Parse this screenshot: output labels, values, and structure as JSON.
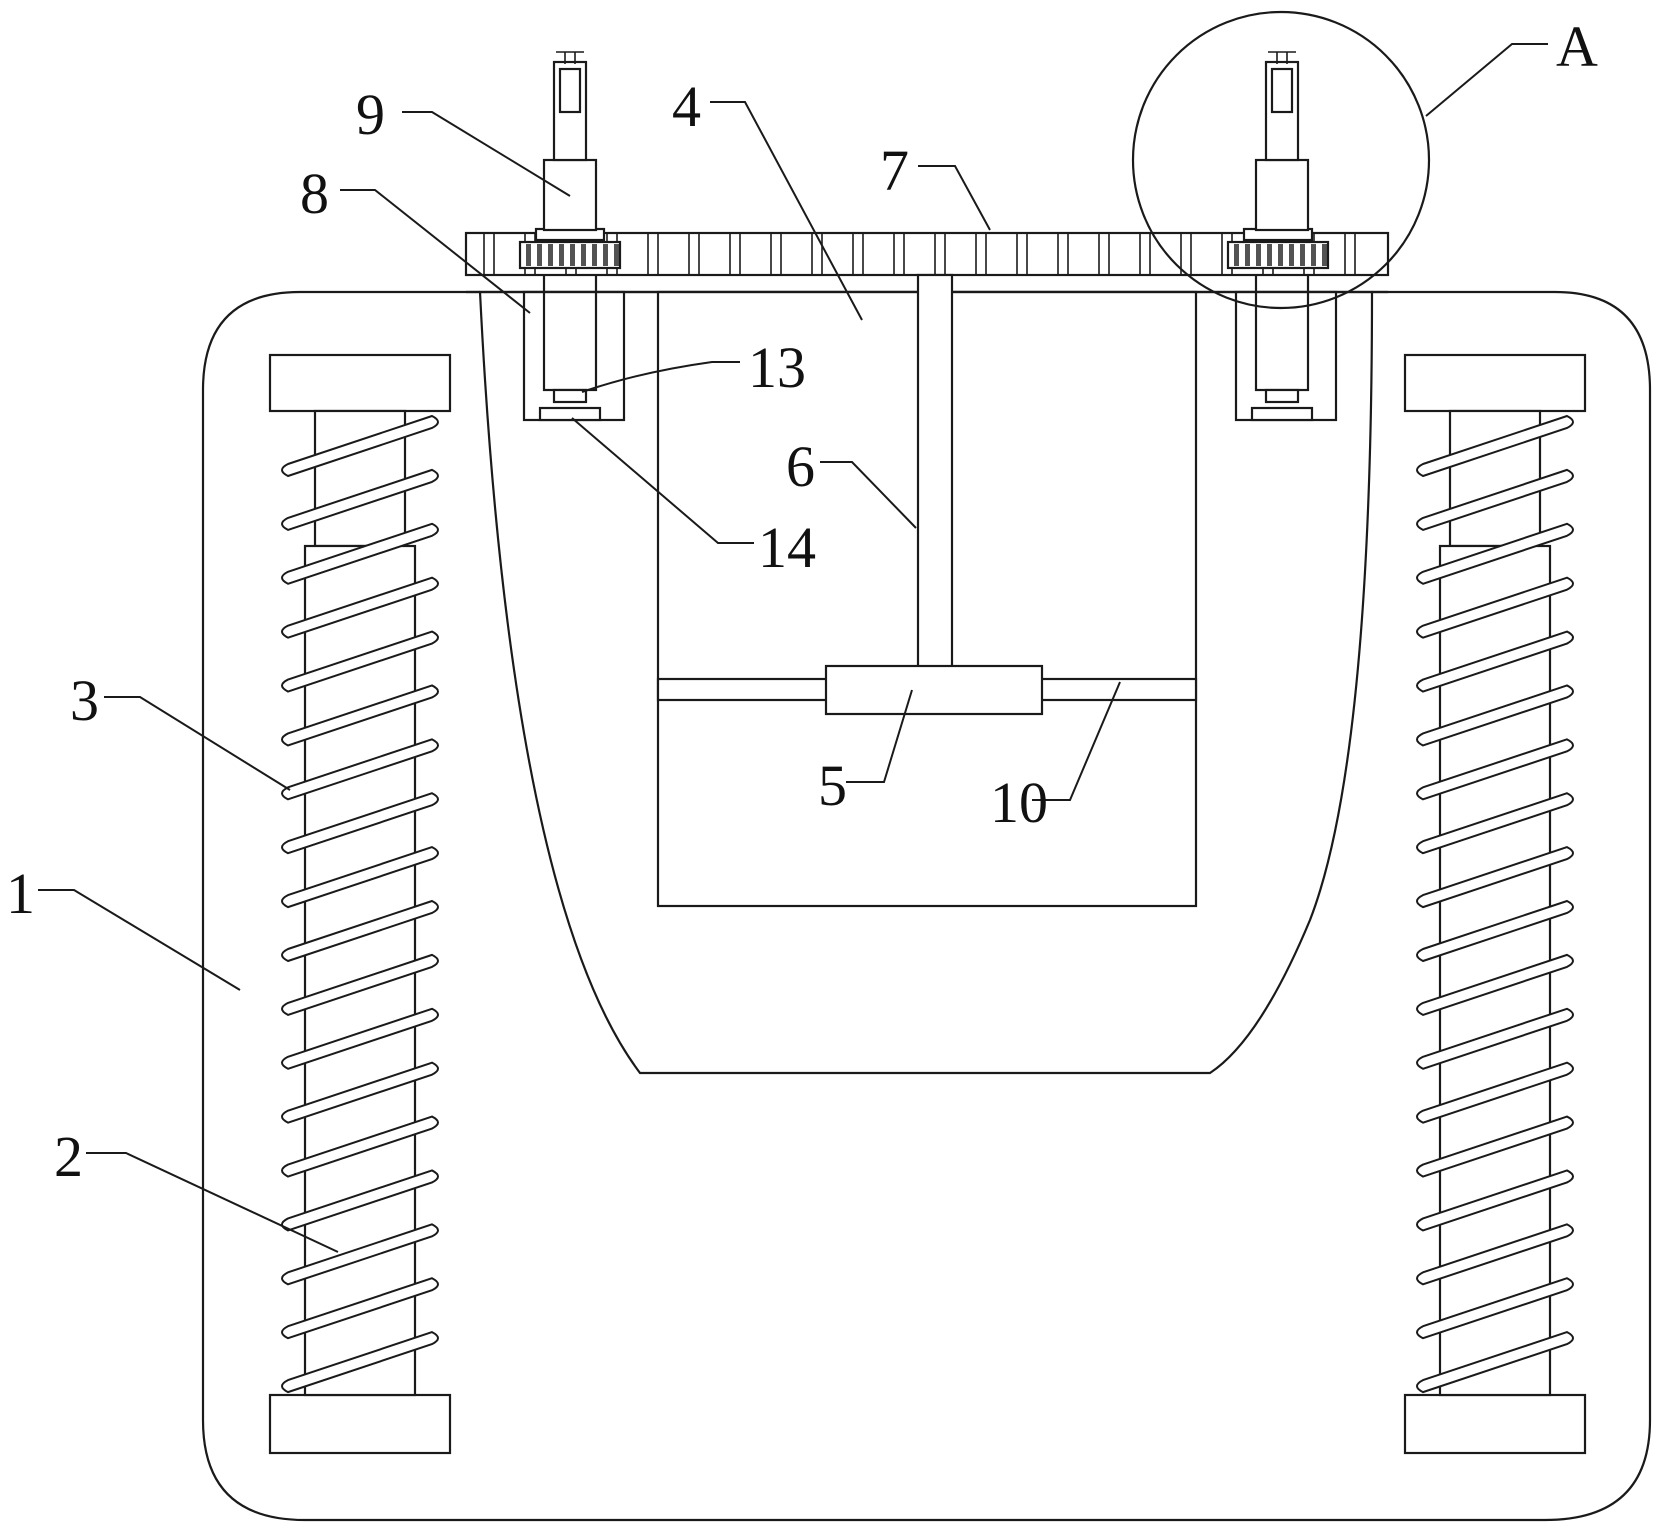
{
  "figure": {
    "kind": "patent mechanical drawing (cross-section)",
    "background": "#ffffff",
    "line_color": "#1a1a1a",
    "hatch": "diagonal section hatching",
    "detail_circle_label": "A"
  },
  "labels": [
    {
      "id": "1",
      "text": "1"
    },
    {
      "id": "2",
      "text": "2"
    },
    {
      "id": "3",
      "text": "3"
    },
    {
      "id": "4",
      "text": "4"
    },
    {
      "id": "5",
      "text": "5"
    },
    {
      "id": "6",
      "text": "6"
    },
    {
      "id": "7",
      "text": "7"
    },
    {
      "id": "8",
      "text": "8"
    },
    {
      "id": "9",
      "text": "9"
    },
    {
      "id": "10",
      "text": "10"
    },
    {
      "id": "13",
      "text": "13"
    },
    {
      "id": "14",
      "text": "14"
    },
    {
      "id": "A",
      "text": "A"
    }
  ],
  "components": {
    "frame": "1",
    "guide_post": "2",
    "spring": "3",
    "crucible_cavity": "4",
    "stir_block": "5",
    "shaft": "6",
    "ring_gear": "7",
    "bolt_sleeve": "8",
    "motor_shaft": "9",
    "cross_rod": "10",
    "screw_end": "13",
    "pad": "14"
  },
  "spring_coils_per_side": 18
}
